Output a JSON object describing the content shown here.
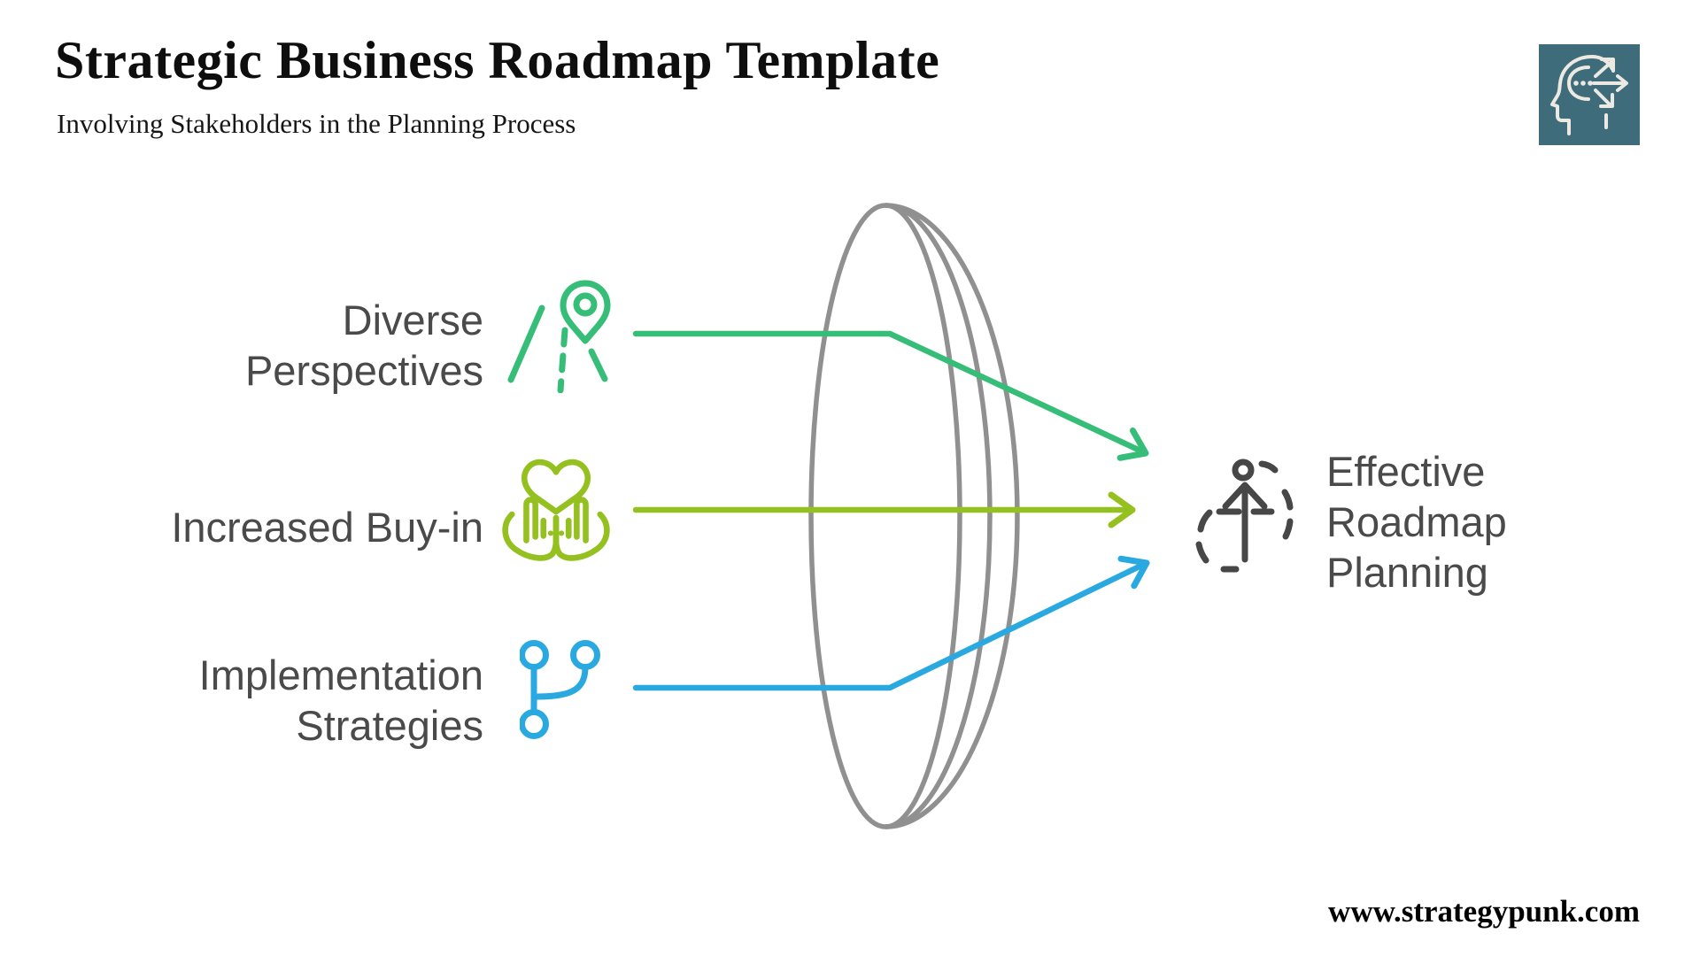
{
  "header": {
    "title": "Strategic Business Roadmap Template",
    "subtitle": "Involving Stakeholders in the Planning Process"
  },
  "logo": {
    "icon": "head-strategy-icon",
    "background": "#3e6c7a"
  },
  "factors": [
    {
      "lines": [
        "Diverse",
        "Perspectives"
      ],
      "icon": "route-location-pin-icon",
      "color": "#36bd78"
    },
    {
      "lines": [
        "Increased Buy-in"
      ],
      "icon": "hands-holding-heart-icon",
      "color": "#94c11f"
    },
    {
      "lines": [
        "Implementation",
        "Strategies"
      ],
      "icon": "git-branch-icon",
      "color": "#29a9e0"
    }
  ],
  "outcome": {
    "lines": [
      "Effective",
      "Roadmap",
      "Planning"
    ],
    "icon": "person-growth-arrow-icon",
    "color": "#474747"
  },
  "lens": {
    "shape": "converging-lens",
    "color": "#909090"
  },
  "footer": {
    "website": "www.strategypunk.com"
  },
  "colors": {
    "accent-green": "#36bd78",
    "accent-olive": "#94c11f",
    "accent-blue": "#29a9e0",
    "lens-gray": "#909090",
    "text-dark": "#4a4a4a",
    "title-black": "#0e0e0e",
    "logo-teal": "#3e6c7a",
    "background": "#ffffff"
  }
}
